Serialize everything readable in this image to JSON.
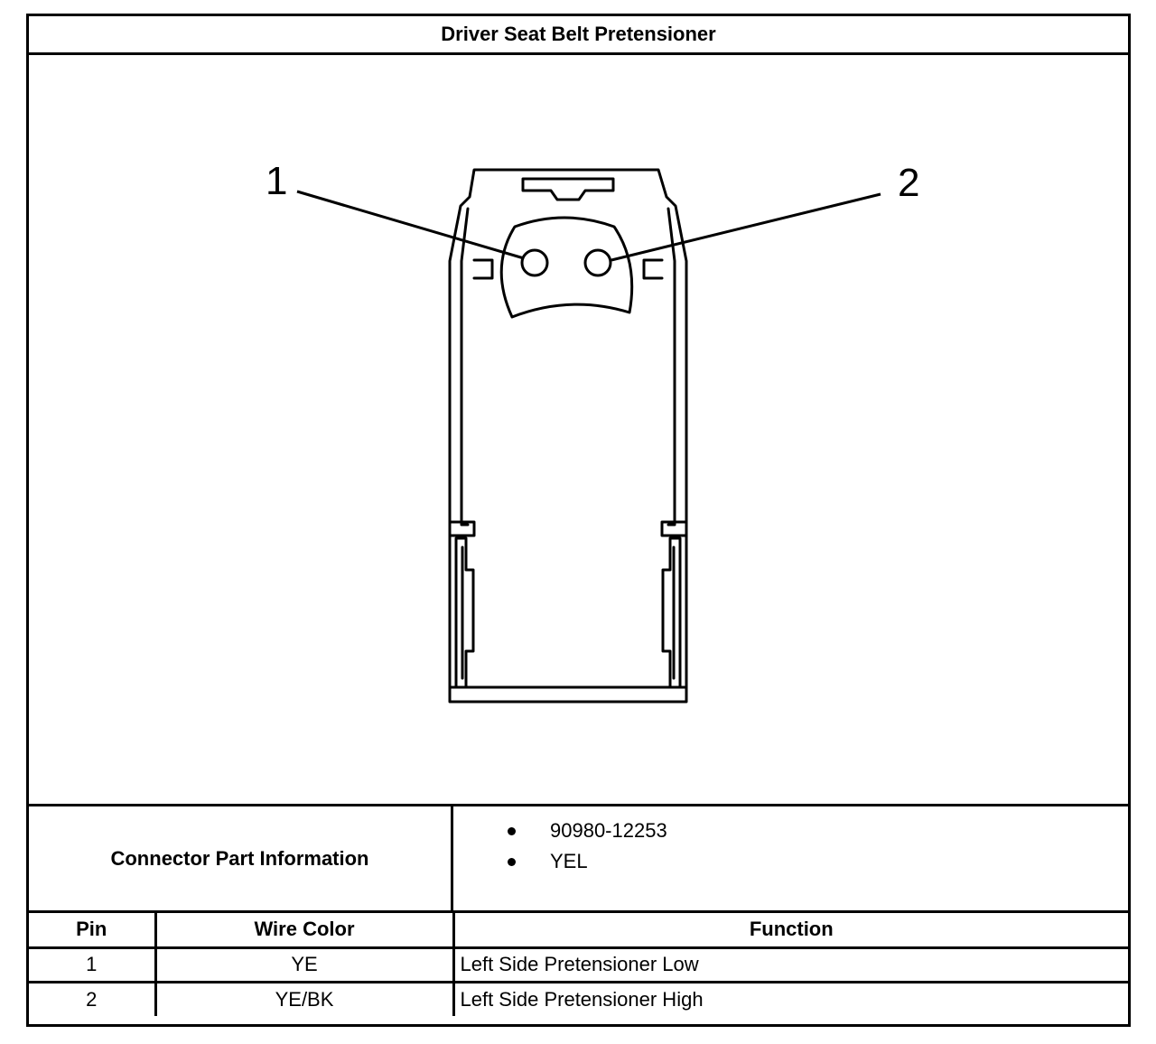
{
  "title": "Driver Seat Belt Pretensioner",
  "callouts": [
    "1",
    "2"
  ],
  "connector_info": {
    "label": "Connector Part Information",
    "items": [
      "90980-12253",
      "YEL"
    ]
  },
  "table": {
    "headers": [
      "Pin",
      "Wire Color",
      "Function"
    ],
    "rows": [
      {
        "pin": "1",
        "wire_color": "YE",
        "function": "Left Side Pretensioner Low"
      },
      {
        "pin": "2",
        "wire_color": "YE/BK",
        "function": "Left Side Pretensioner High"
      }
    ]
  }
}
